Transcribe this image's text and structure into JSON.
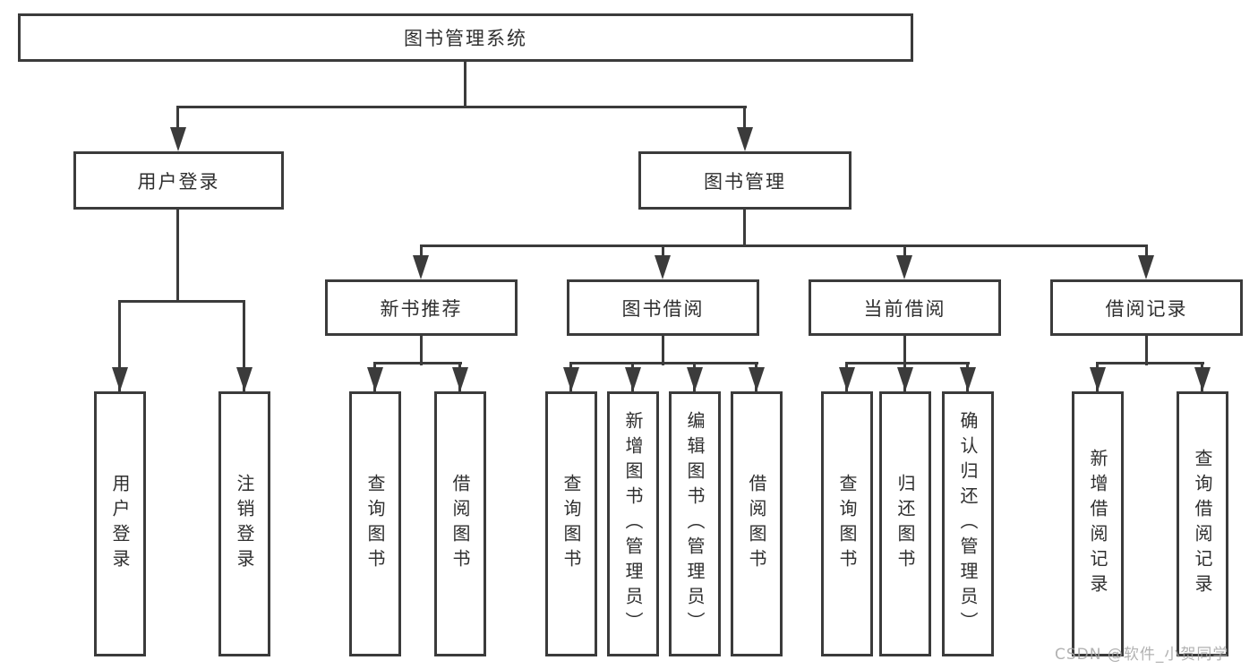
{
  "diagram": {
    "colors": {
      "line": "#3b3b3b",
      "text": "#2f2f2f",
      "background": "#ffffff"
    },
    "root": {
      "label": "图书管理系统"
    },
    "level2": [
      {
        "label": "用户登录"
      },
      {
        "label": "图书管理"
      }
    ],
    "level3": [
      {
        "label": "新书推荐"
      },
      {
        "label": "图书借阅"
      },
      {
        "label": "当前借阅"
      },
      {
        "label": "借阅记录"
      }
    ],
    "leaves": {
      "userLogin": [
        {
          "label": "用户登录"
        },
        {
          "label": "注销登录"
        }
      ],
      "newBookRecommend": [
        {
          "label": "查询图书"
        },
        {
          "label": "借阅图书"
        }
      ],
      "bookBorrow": [
        {
          "label": "查询图书"
        },
        {
          "label": "新增图书（管理员）"
        },
        {
          "label": "编辑图书（管理员）"
        },
        {
          "label": "借阅图书"
        }
      ],
      "currentBorrow": [
        {
          "label": "查询图书"
        },
        {
          "label": "归还图书"
        },
        {
          "label": "确认归还（管理员）"
        }
      ],
      "borrowRecords": [
        {
          "label": "新增借阅记录"
        },
        {
          "label": "查询借阅记录"
        }
      ]
    },
    "watermark": "CSDN @软件_小贺同学"
  }
}
